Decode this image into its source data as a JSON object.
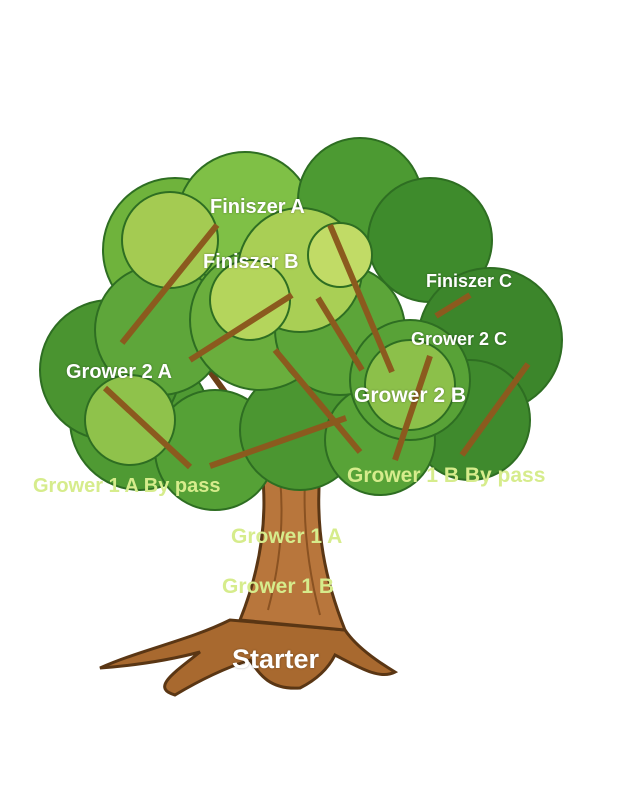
{
  "colors": {
    "branch_lines": "#8b5a1e",
    "white_labels": "#ffffff",
    "green_labels": "#d6ec8c",
    "trunk": "#b8763c",
    "foliage_dark": "#3d8b2c",
    "foliage_mid": "#5fa83a",
    "foliage_light": "#b9d65a"
  },
  "labels": {
    "finiszer_a": "Finiszer A",
    "finiszer_b": "Finiszer B",
    "finiszer_c": "Finiszer C",
    "grower_2_a": "Grower 2 A",
    "grower_2_b": "Grower 2 B",
    "grower_2_c": "Grower 2 C",
    "grower_1_a_bypass": "Grower 1 A By pass",
    "grower_1_b_bypass": "Grower 1 B By pass",
    "grower_1_a": "Grower 1 A",
    "grower_1_b": "Grower 1 B",
    "starter": "Starter"
  }
}
